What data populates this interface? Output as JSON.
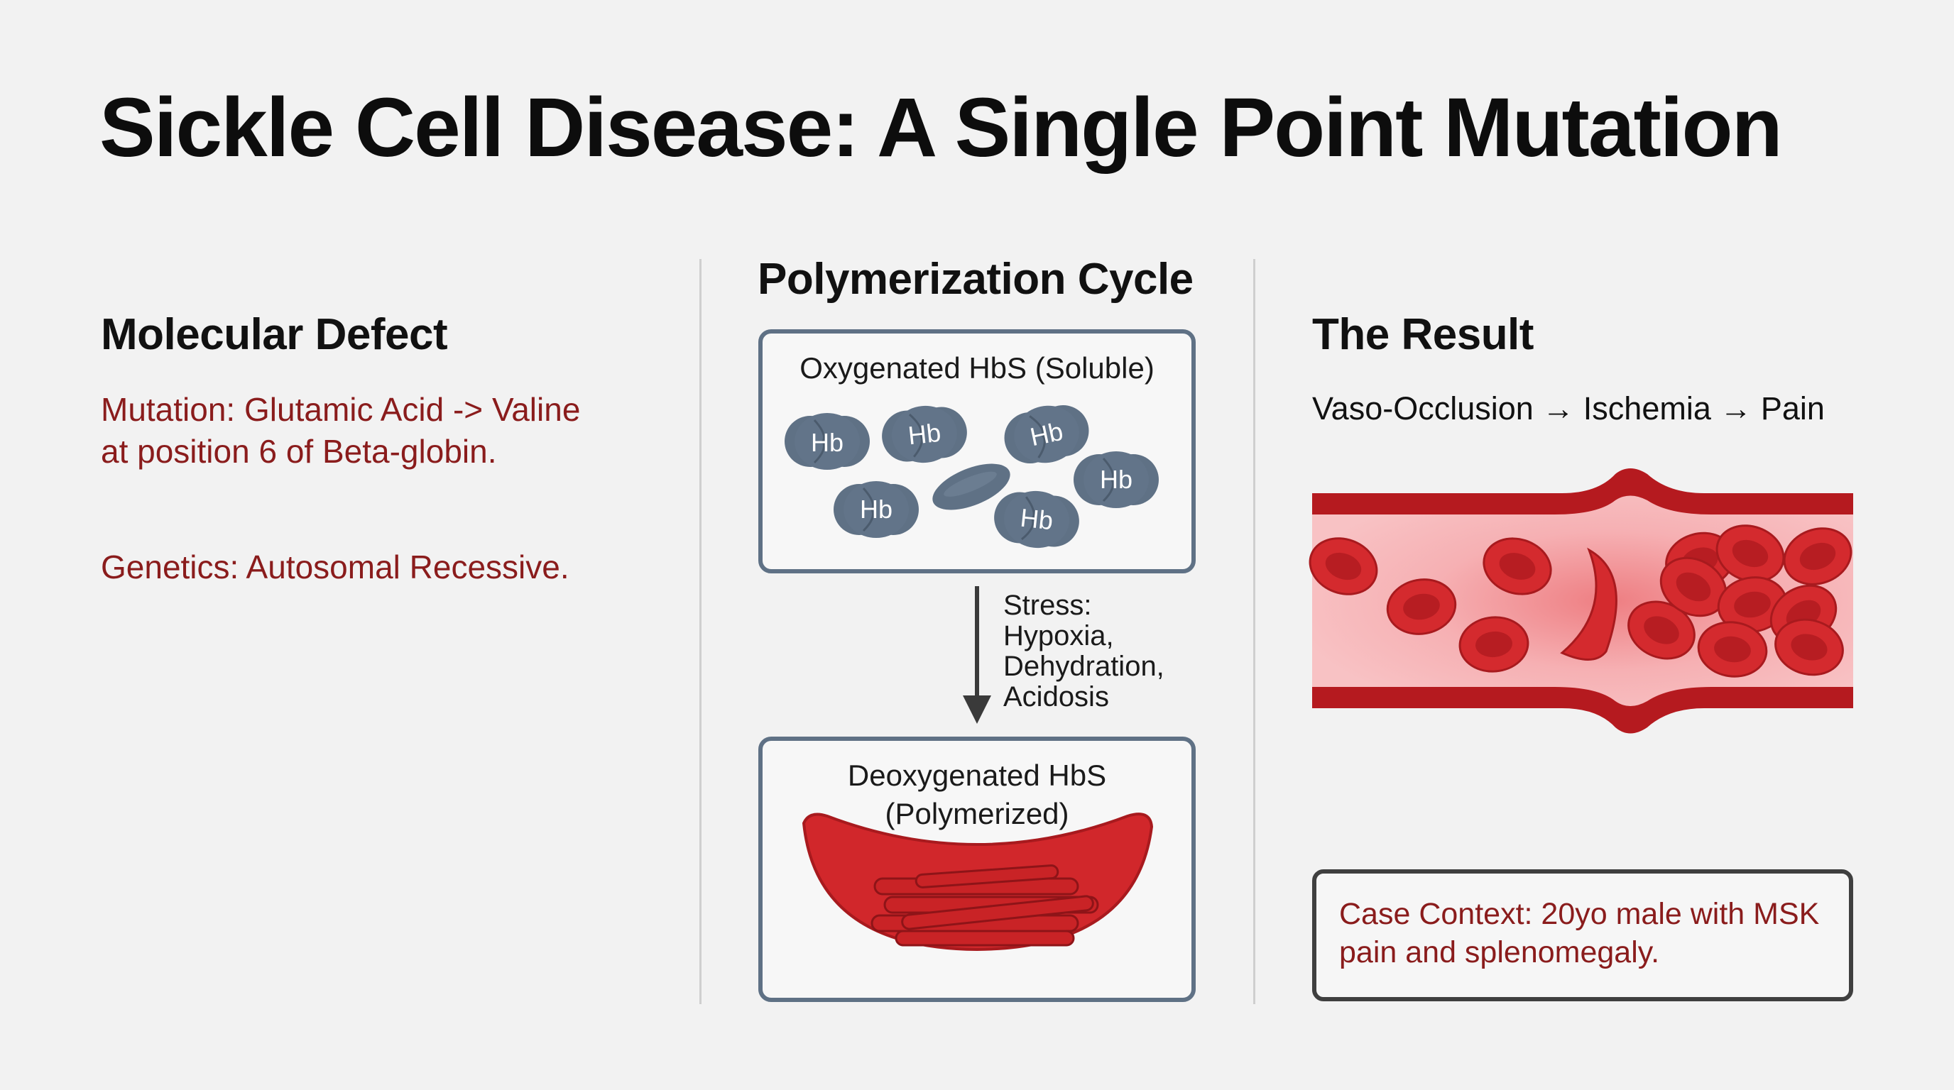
{
  "title": "Sickle Cell Disease: A Single Point Mutation",
  "left": {
    "heading": "Molecular Defect",
    "mutation_text": "Mutation: Glutamic Acid -> Valine at position 6 of Beta-globin.",
    "genetics_text": "Genetics: Autosomal Recessive."
  },
  "middle": {
    "heading": "Polymerization Cycle",
    "top_box_label": "Oxygenated HbS (Soluble)",
    "hb_label": "Hb",
    "stress_lines": [
      "Stress:",
      "Hypoxia,",
      "Dehydration,",
      "Acidosis"
    ],
    "bottom_box_lines": [
      "Deoxygenated HbS",
      "(Polymerized)"
    ]
  },
  "right": {
    "heading": "The Result",
    "chain": "Vaso-Occlusion → Ischemia → Pain",
    "case_context": "Case Context: 20yo male with MSK pain and splenomegaly."
  },
  "colors": {
    "hb_cell": "#5f7185",
    "box_border": "#5f7185",
    "red_text": "#8a1c1c",
    "vessel_wall": "#b51a1f",
    "vessel_lumen": "#f6b4b6",
    "rbc": "#d42a2e"
  }
}
